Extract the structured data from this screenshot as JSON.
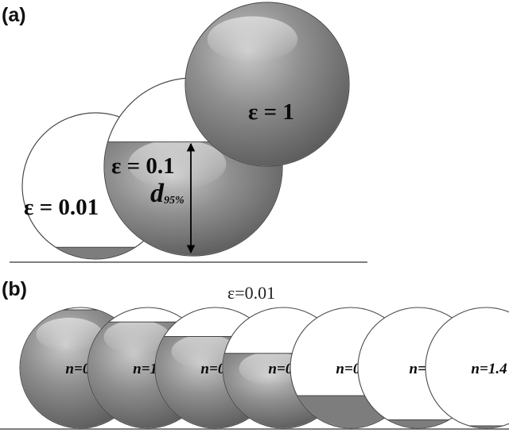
{
  "panel_a": {
    "label": "(a)",
    "spheres": [
      {
        "label": "ε = 0.01",
        "fill_fraction": 0.08
      },
      {
        "label": "ε = 0.1",
        "fill_fraction": 0.64
      },
      {
        "label": "ε = 1",
        "fill_fraction": 1.0
      }
    ],
    "dimension_label": "d",
    "dimension_subscript": "95%"
  },
  "panel_b": {
    "label": "(b)",
    "title": "ε=0.01",
    "spheres": [
      {
        "label": "n=0.1",
        "fill_fraction": 0.98
      },
      {
        "label": "n=1/3",
        "fill_fraction": 0.88
      },
      {
        "label": "n=0.5",
        "fill_fraction": 0.76
      },
      {
        "label": "n=0.6",
        "fill_fraction": 0.62
      },
      {
        "label": "n=0.8",
        "fill_fraction": 0.27
      },
      {
        "label": "n=1",
        "fill_fraction": 0.07
      },
      {
        "label": "n=1.4",
        "fill_fraction": 0.02
      }
    ]
  },
  "colors": {
    "fluid": "#7d7d7d",
    "outline": "#4a4a4a",
    "baseline": "#555555"
  }
}
